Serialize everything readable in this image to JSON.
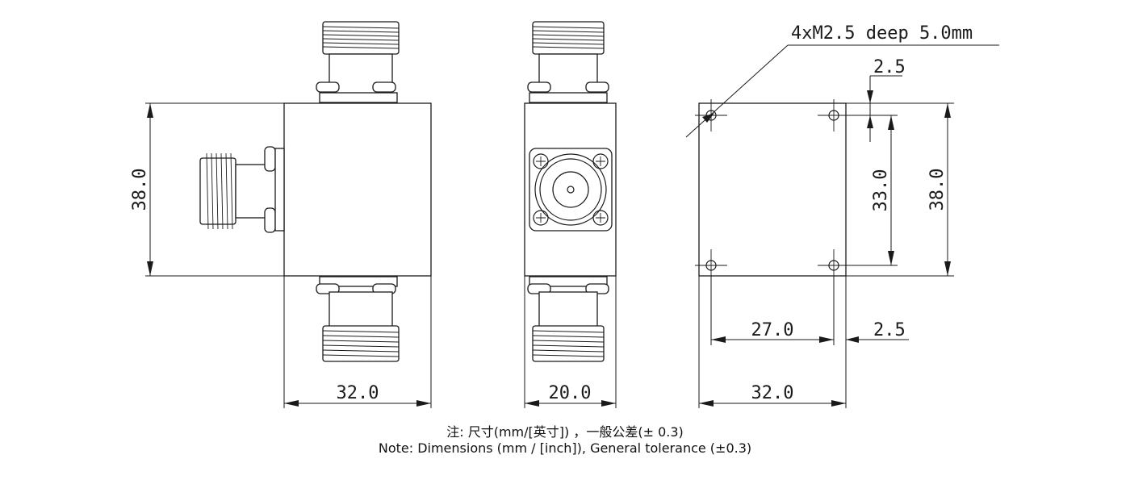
{
  "dimensions": {
    "left_height": "38.0",
    "left_width": "32.0",
    "middle_width": "20.0",
    "hole_spec": "4xM2.5 deep 5.0mm",
    "offset_top": "2.5",
    "hole_spacing_vertical": "33.0",
    "right_height": "38.0",
    "hole_spacing_horizontal": "27.0",
    "offset_right": "2.5",
    "right_width": "32.0"
  },
  "notes": {
    "chinese": "注: 尺寸(mm/[英寸]) ，一般公差(± 0.3)",
    "english": "Note: Dimensions (mm / [inch]), General tolerance (±0.3)"
  }
}
